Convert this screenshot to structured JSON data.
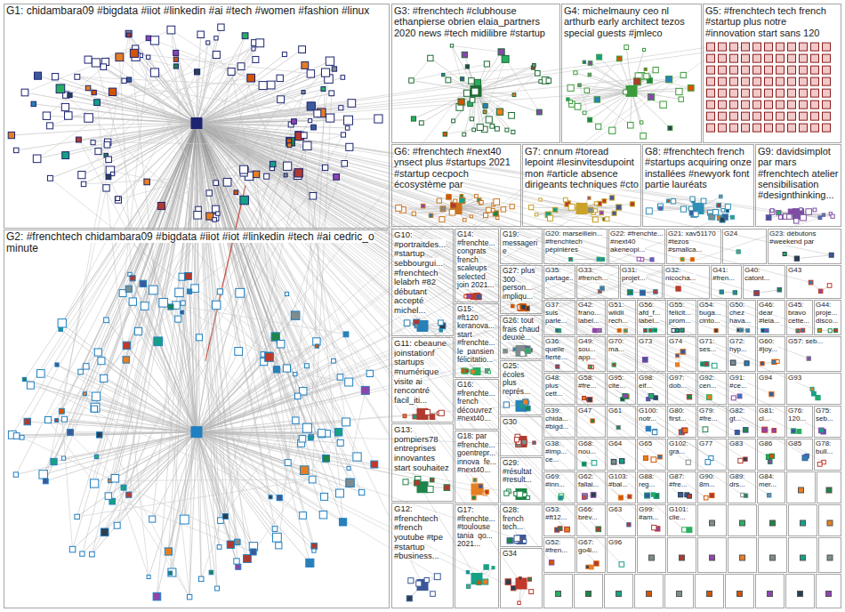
{
  "diagram": {
    "nodes": [
      {
        "text": [
          "G1: chidambara09 #bigdata #iiot #linkedin #ai #tech #women #fashion #linux"
        ]
      },
      {
        "text": [
          "G2: #frenchtech chidambara09 #bigdata #iiot #iot #linkedin #tech #ai cedric_o minute"
        ]
      },
      {
        "text": [
          "G3: #frenchtech #clubhouse ethanpierse obrien elaia_partners 2020 news #tech midilibre #startup"
        ]
      },
      {
        "text": [
          "G4: michelmauny ceo nl arthurb early architect tezos special guests #jmleco"
        ]
      },
      {
        "text": [
          "G5: #frenchtech tech french #startup plus notre #innovation start sans 120"
        ]
      },
      {
        "text": [
          "G6: #frenchtech #next40 ynsect plus #startups 2021 #startup cecpoch écosystème par"
        ]
      },
      {
        "text": [
          "G7: cnnum #toread lepoint #lesinvitesdupoint mon #article absence dirigeants techniques #cto"
        ]
      },
      {
        "text": [
          "G8: #frenchtech french #startups acquiring onze installées #newyork font partie lauréats"
        ]
      },
      {
        "text": [
          "G9: davidsimplot par mars #frenchtech atelier sensibilisation #designthinking..."
        ]
      },
      {
        "text": [
          "G10: #portraitdes... #startup sebbourgui... #frenchtech lelabrh #82 débutant accepté michel..."
        ]
      },
      {
        "text": [
          "G11: cbeaune joinstationf startups #numérique visite ai rencontré facil_iti..."
        ]
      },
      {
        "text": [
          "G13: pompiers78 entreprises innovantes start souhaitez"
        ]
      },
      {
        "text": [
          "G12: #frenchtech #french youtube #tpe #startup #business..."
        ]
      },
      {
        "text": [
          "G14: #frenchte... congrats french scaleups selected join 2021..."
        ]
      },
      {
        "text": [
          "G15: #ft120 keranova... start #frenchte... le_pansien félicitatio..."
        ]
      },
      {
        "text": [
          "G16: #frenchte... french découvrez #next40..."
        ]
      },
      {
        "text": [
          "G18: par #frenchte... goentrepr... innova_fe... #next40..."
        ]
      },
      {
        "text": [
          "G17: #frenchte... #toulouse tania_go... 2021..."
        ]
      },
      {
        "text": [
          "G19: messagerie"
        ]
      },
      {
        "text": [
          "G27: plus 300 person... impliqu..."
        ]
      },
      {
        "text": [
          "G26: tout frais chaud deuxiè..."
        ]
      },
      {
        "text": [
          "G25: écoles plus représ..."
        ]
      },
      {
        "text": [
          "G30"
        ]
      },
      {
        "text": [
          "G29: #résultat #result..."
        ]
      },
      {
        "text": [
          "G28: french tech..."
        ]
      },
      {
        "text": [
          "G34"
        ]
      },
      {
        "text": [
          "G20: marseillein... #frenchtech pépinières"
        ]
      },
      {
        "text": [
          "G22: #frenchte... #next40 akeneopi..."
        ]
      },
      {
        "text": [
          "G21: xav51170 #tezos #smallca..."
        ]
      },
      {
        "text": [
          "G24"
        ]
      },
      {
        "text": [
          "G23: débutons #weekend par"
        ]
      },
      {
        "text": [
          "G35: partage..."
        ]
      },
      {
        "text": [
          "G33: #french..."
        ]
      },
      {
        "text": [
          "G31: projet..."
        ]
      },
      {
        "text": [
          "G32: nicocha..."
        ]
      },
      {
        "text": [
          "G41: #fren..."
        ]
      },
      {
        "text": [
          "G40: catont..."
        ]
      },
      {
        "text": [
          "G43"
        ]
      },
      {
        "text": [
          "G37: suis parle..."
        ]
      },
      {
        "text": [
          "G42: frano... label..."
        ]
      },
      {
        "text": [
          "G51: wiidii rech..."
        ]
      },
      {
        "text": [
          "G56: afd_f... label..."
        ]
      },
      {
        "text": [
          "G55: félicit... prom..."
        ]
      },
      {
        "text": [
          "G54: buga... cinto..."
        ]
      },
      {
        "text": [
          "G50: chez hava..."
        ]
      },
      {
        "text": [
          "G46: dear #leia..."
        ]
      },
      {
        "text": [
          "G45: bravo cette..."
        ]
      },
      {
        "text": [
          "G44: proje... disco..."
        ]
      },
      {
        "text": [
          "G36: quelle fierté..."
        ]
      },
      {
        "text": [
          "G49: sou... app..."
        ]
      },
      {
        "text": [
          "G70: ma..."
        ]
      },
      {
        "text": [
          "G73"
        ]
      },
      {
        "text": [
          "G74"
        ]
      },
      {
        "text": [
          "G71: ses..."
        ]
      },
      {
        "text": [
          "G72: hyp..."
        ]
      },
      {
        "text": [
          "G60: #joy..."
        ]
      },
      {
        "text": [
          "G57: seb..."
        ]
      },
      {
        "text": [
          "G48: plus cett..."
        ]
      },
      {
        "text": [
          "G58: #fre..."
        ]
      },
      {
        "text": [
          "G95: cite..."
        ]
      },
      {
        "text": [
          "G98: eif..."
        ]
      },
      {
        "text": [
          "G97: dob..."
        ]
      },
      {
        "text": [
          "G92: cen..."
        ]
      },
      {
        "text": [
          "G91: #ce..."
        ]
      },
      {
        "text": [
          "G94"
        ]
      },
      {
        "text": [
          "G93"
        ]
      },
      {
        "text": [
          "G39: chida... #bigd..."
        ]
      },
      {
        "text": [
          "G47"
        ]
      },
      {
        "text": [
          "G61"
        ]
      },
      {
        "text": [
          "G100: notr..."
        ]
      },
      {
        "text": [
          "G80: first..."
        ]
      },
      {
        "text": [
          "G79: #fre..."
        ]
      },
      {
        "text": [
          "G82: gt..."
        ]
      },
      {
        "text": [
          "G81: cl..."
        ]
      },
      {
        "text": [
          "G76: 120..."
        ]
      },
      {
        "text": [
          "G75: seb..."
        ]
      },
      {
        "text": [
          "G38: #imp... ce..."
        ]
      },
      {
        "text": [
          "G68: nou..."
        ]
      },
      {
        "text": [
          "G64"
        ]
      },
      {
        "text": [
          "G65"
        ]
      },
      {
        "text": [
          "G102: gra..."
        ]
      },
      {
        "text": [
          "G77"
        ]
      },
      {
        "text": [
          "G83"
        ]
      },
      {
        "text": [
          "G86"
        ]
      },
      {
        "text": [
          "G85"
        ]
      },
      {
        "text": [
          "G78: bull..."
        ]
      },
      {
        "text": [
          "G69: #inn..."
        ]
      },
      {
        "text": [
          "G62: fallai..."
        ]
      },
      {
        "text": [
          "G103: #bal..."
        ]
      },
      {
        "text": [
          "G88: reg..."
        ]
      },
      {
        "text": [
          "G87: #fre..."
        ]
      },
      {
        "text": [
          "G90: 8m..."
        ]
      },
      {
        "text": [
          "G89: drs..."
        ]
      },
      {
        "text": [
          "G84: mer..."
        ]
      },
      {
        "text": [
          "G53: #ft12..."
        ]
      },
      {
        "text": [
          "G66: brèv..."
        ]
      },
      {
        "text": [
          "G63"
        ]
      },
      {
        "text": [
          "G99: #am..."
        ]
      },
      {
        "text": [
          "G101: clie..."
        ]
      },
      {
        "text": [
          "G52: #fren..."
        ]
      },
      {
        "text": [
          "G67: go4i..."
        ]
      },
      {
        "text": [
          "G96"
        ]
      }
    ]
  }
}
